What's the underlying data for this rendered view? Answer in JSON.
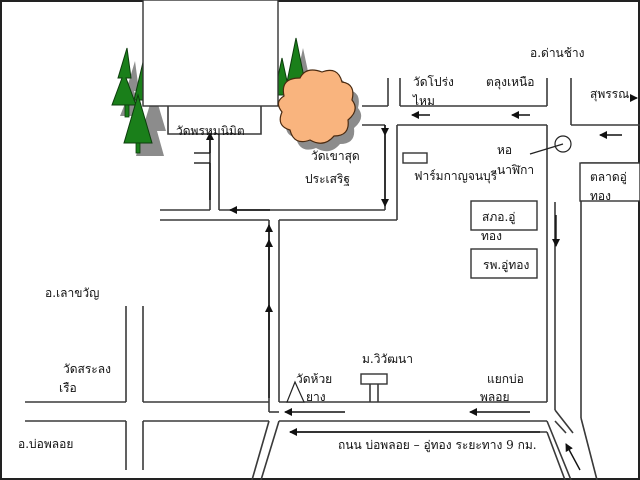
{
  "map": {
    "title": "แผนที่เส้นทาง",
    "colors": {
      "background": "#ffffff",
      "road": "#3a3a3a",
      "tree": "#1a7f1a",
      "cloud": "#f9b47e",
      "text": "#111111"
    },
    "labels": {
      "wat_phromnimit": "วัดพรหมนิมิต",
      "wat_khao_sut_1": "วัดเขาสุด",
      "wat_khao_sut_2": "ประเสริฐ",
      "wat_prong_1": "วัดโปร่ง",
      "wat_prong_2": "ไหม",
      "talung_nuea": "ตลุงเหนือ",
      "amphoe_dan_chang": "อ.ด่านช้าง",
      "suphan": "สุพรรณ",
      "clock_tower_1": "หอ",
      "clock_tower_2": "นาฬิกา",
      "farm_kanchanaburi": "ฟาร์มกาญจนบุรี",
      "police_station_1": "สภอ.อู่",
      "police_station_2": "ทอง",
      "hospital": "รพ.อู่ทอง",
      "market_1": "ตลาดอู่",
      "market_2": "ทอง",
      "amphoe_lao_khwan": "อ.เลาขวัญ",
      "wat_sa_long_ruea_1": "วัดสระลง",
      "wat_sa_long_ruea_2": "เรือ",
      "amphoe_bo_phloi": "อ.บ่อพลอย",
      "wat_huai_rang_1": "วัดห้วย",
      "wat_huai_rang_2": "ยาง",
      "wiwatana_school": "ม.วิวัฒนา",
      "bo_phloi_junction_1": "แยกบ่อ",
      "bo_phloi_junction_2": "พลอย",
      "main_road": "ถนน บ่อพลอย – อู่ทอง  ระยะทาง 9 กม."
    },
    "icons": {
      "trees": "pine-tree-icon",
      "temple": "temple-mountain-icon",
      "clock_tower": "clock-tower-icon",
      "direction_arrows": "arrow-icon"
    },
    "main_road_distance_km": 9
  }
}
